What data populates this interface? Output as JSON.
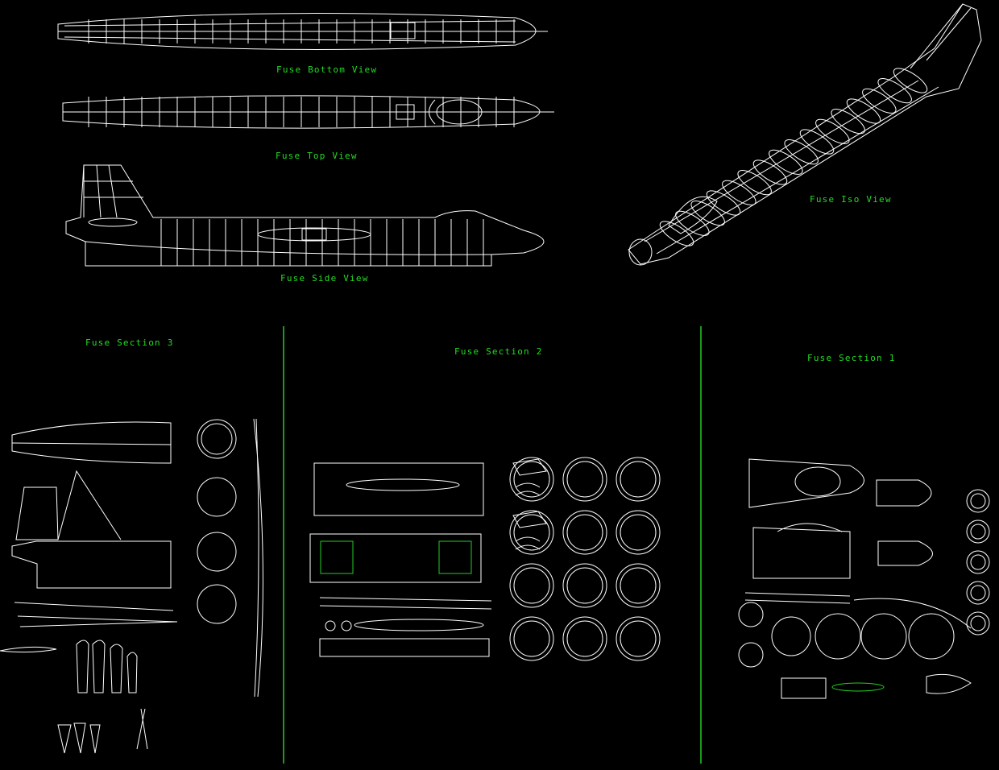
{
  "colors": {
    "background": "#000000",
    "label": "#22dd22",
    "lines": "#ffffff",
    "accent": "#22cc22"
  },
  "labels": {
    "bottom_view": "Fuse Bottom View",
    "top_view": "Fuse Top View",
    "side_view": "Fuse Side View",
    "iso_view": "Fuse Iso View",
    "section_3": "Fuse Section 3",
    "section_2": "Fuse Section 2",
    "section_1": "Fuse Section 1"
  }
}
